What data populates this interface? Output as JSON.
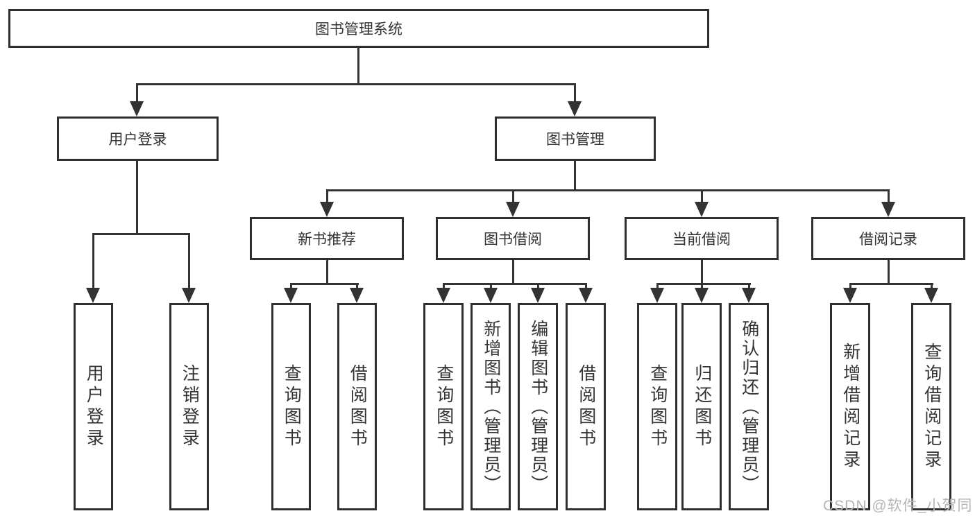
{
  "colors": {
    "line": "#333333",
    "box_border": "#2f2f2f",
    "text": "#333333",
    "watermark": "#b5b5b8",
    "background": "#ffffff"
  },
  "diagram": {
    "root": {
      "label": "图书管理系统"
    },
    "branches": [
      {
        "label": "用户登录",
        "children": [
          "用户登录",
          "注销登录"
        ]
      },
      {
        "label": "图书管理",
        "groups": [
          {
            "label": "新书推荐",
            "children": [
              "查询图书",
              "借阅图书"
            ]
          },
          {
            "label": "图书借阅",
            "children": [
              "查询图书",
              "新增图书（管理员）",
              "编辑图书（管理员）",
              "借阅图书"
            ]
          },
          {
            "label": "当前借阅",
            "children": [
              "查询图书",
              "归还图书",
              "确认归还（管理员）"
            ]
          },
          {
            "label": "借阅记录",
            "children": [
              "新增借阅记录",
              "查询借阅记录"
            ]
          }
        ]
      }
    ]
  },
  "watermark": "CSDN @软件_小贺同学"
}
